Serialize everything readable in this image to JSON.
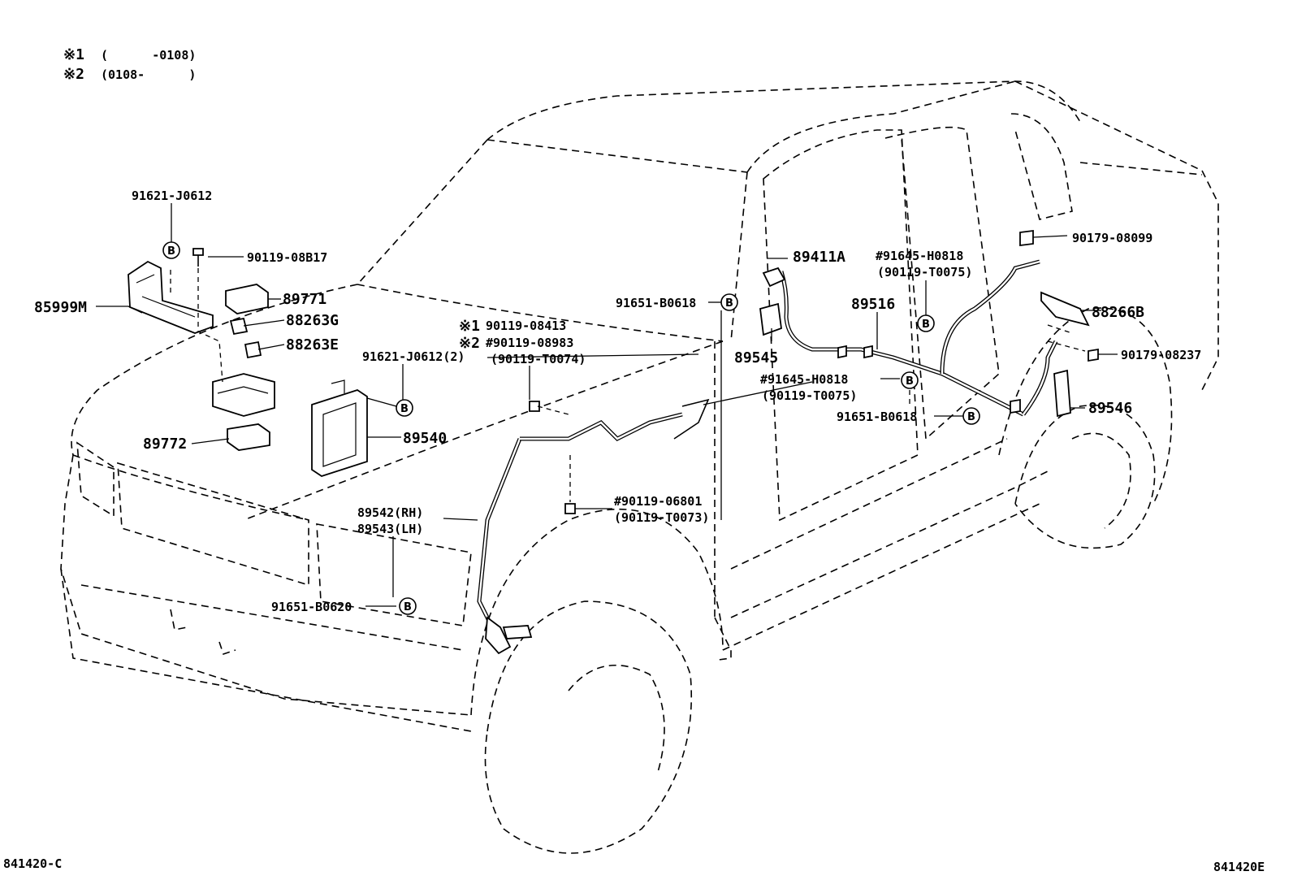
{
  "legend": [
    {
      "mark": "※1",
      "text": "(      -0108)"
    },
    {
      "mark": "※2",
      "text": "(0108-      )"
    }
  ],
  "callout_letter": "B",
  "labels": {
    "p91621_j0612": "91621-J0612",
    "p90119_08b17": "90119-08B17",
    "p85999m": "85999M",
    "p89771": "89771",
    "p88263g": "88263G",
    "p88263e": "88263E",
    "p91621_j0612_2": "91621-J0612(2)",
    "p89772": "89772",
    "p89540": "89540",
    "p89542": "89542(RH)",
    "p89543": "89543(LH)",
    "p91651_b0620": "91651-B0620",
    "note1_mark": "※1",
    "p90119_08413": "90119-08413",
    "note2_mark": "※2",
    "p90119_08983": "#90119-08983",
    "p90119_t0074": "(90119-T0074)",
    "p90119_06801": "#90119-06801",
    "p90119_t0073": "(90119-T0073)",
    "p91651_b0618_a": "91651-B0618",
    "p89411a": "89411A",
    "p89545": "89545",
    "p89516": "89516",
    "p91645_h0818_a": "#91645-H0818",
    "p90119_t0075_a": "(90119-T0075)",
    "p91645_h0818_b": "#91645-H0818",
    "p90119_t0075_b": "(90119-T0075)",
    "p91651_b0618_b": "91651-B0618",
    "p90179_08099": "90179-08099",
    "p88266b": "88266B",
    "p90179_08237": "90179-08237",
    "p89546": "89546"
  },
  "footer": {
    "left_code": "841420-C",
    "right_code": "841420E"
  }
}
